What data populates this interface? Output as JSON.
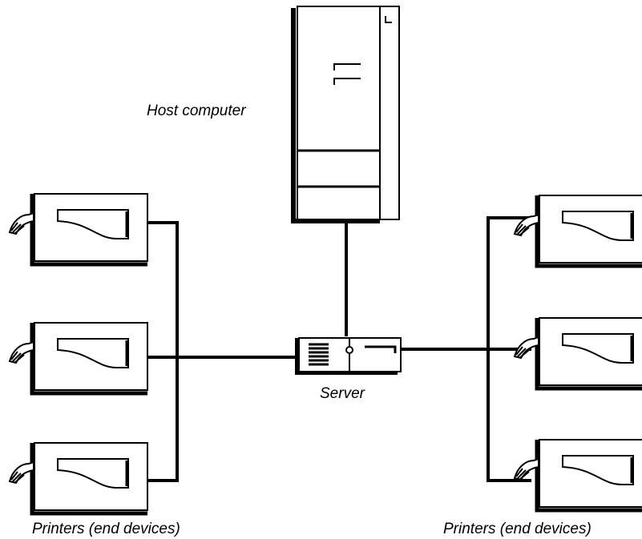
{
  "labels": {
    "host": "Host computer",
    "server": "Server",
    "printers_left": "Printers (end devices)",
    "printers_right": "Printers (end devices)"
  },
  "colors": {
    "line": "#000000",
    "background": "#ffffff"
  },
  "icons": {
    "host": "host-computer-icon",
    "server": "server-icon",
    "printer": "printer-icon"
  }
}
